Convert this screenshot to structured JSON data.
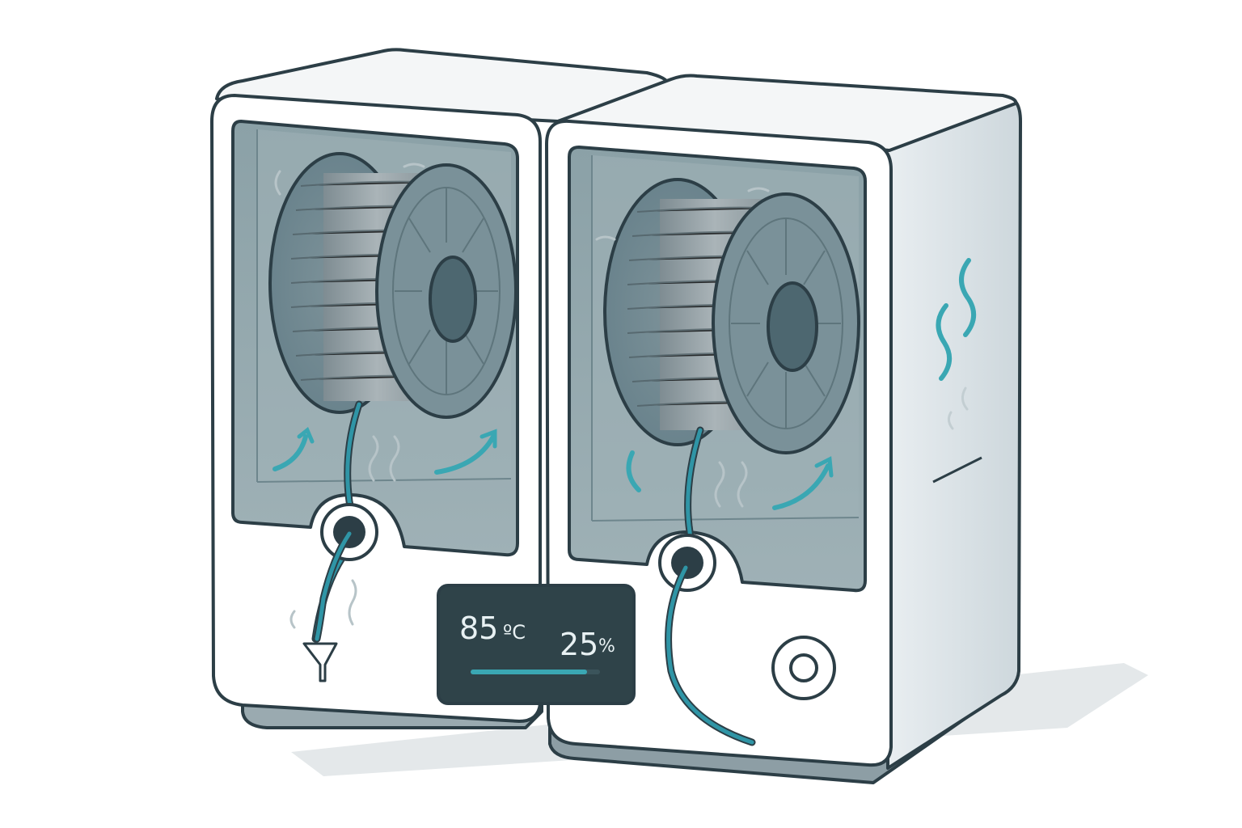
{
  "display": {
    "temperature_value": "85",
    "temperature_unit": "ºC",
    "humidity_value": "25",
    "humidity_unit": "%",
    "progress_fraction": 0.9
  },
  "colors": {
    "outline": "#2c3e46",
    "body": "#ffffff",
    "body_shade": "#dfe6ea",
    "window": "#7f979e",
    "spool": "#9aa6ab",
    "filament": "#2f95a6",
    "airflow": "#3aa7b3",
    "screen": "#2f4349"
  },
  "icons": {
    "power_button": "power-button-icon",
    "filament_outlet": "filament-outlet-icon",
    "heat_waves": "heat-wave-icon",
    "airflow": "airflow-arrow-icon"
  }
}
